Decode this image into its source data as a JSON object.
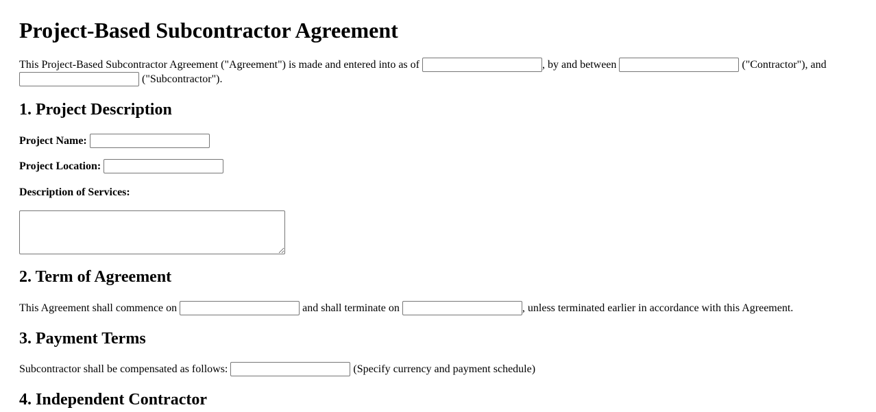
{
  "document": {
    "title": "Project-Based Subcontractor Agreement"
  },
  "intro": {
    "text_before_date": "This Project-Based Subcontractor Agreement (\"Agreement\") is made and entered into as of",
    "text_after_date": ", by and between",
    "text_after_contractor": "(\"Contractor\"), and",
    "text_after_subcontractor": "(\"Subcontractor\").",
    "date_value": "",
    "contractor_value": "",
    "subcontractor_value": ""
  },
  "section1": {
    "heading": "1. Project Description",
    "project_name_label": "Project Name:",
    "project_name_value": "",
    "project_location_label": "Project Location:",
    "project_location_value": "",
    "description_label": "Description of Services:",
    "description_value": ""
  },
  "section2": {
    "heading": "2. Term of Agreement",
    "text_before_commence": "This Agreement shall commence on",
    "text_between": "and shall terminate on",
    "text_after": ", unless terminated earlier in accordance with this Agreement.",
    "commence_value": "",
    "terminate_value": ""
  },
  "section3": {
    "heading": "3. Payment Terms",
    "text_before_input": "Subcontractor shall be compensated as follows:",
    "text_after_input": "(Specify currency and payment schedule)",
    "compensation_value": ""
  },
  "section4": {
    "heading": "4. Independent Contractor"
  }
}
